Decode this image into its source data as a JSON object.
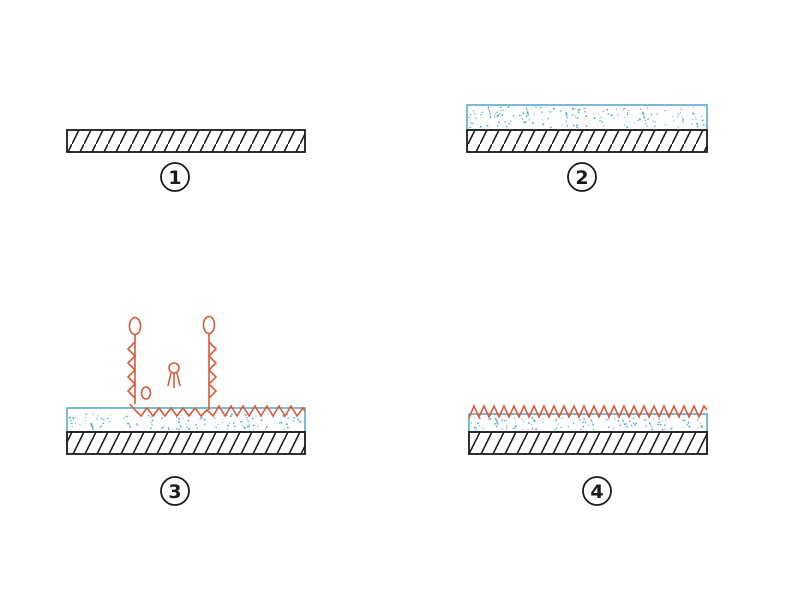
{
  "colors": {
    "hatch": "#1a1a1a",
    "coating_border": "#5aaac8",
    "coating_dots": "#5aaac8",
    "organism": "#d9593a"
  },
  "steps": [
    {
      "label": "1",
      "coating": false,
      "attachment": "none"
    },
    {
      "label": "2",
      "coating": true,
      "attachment": "none"
    },
    {
      "label": "3",
      "coating": true,
      "attachment": "partial"
    },
    {
      "label": "4",
      "coating": true,
      "attachment": "full"
    }
  ]
}
